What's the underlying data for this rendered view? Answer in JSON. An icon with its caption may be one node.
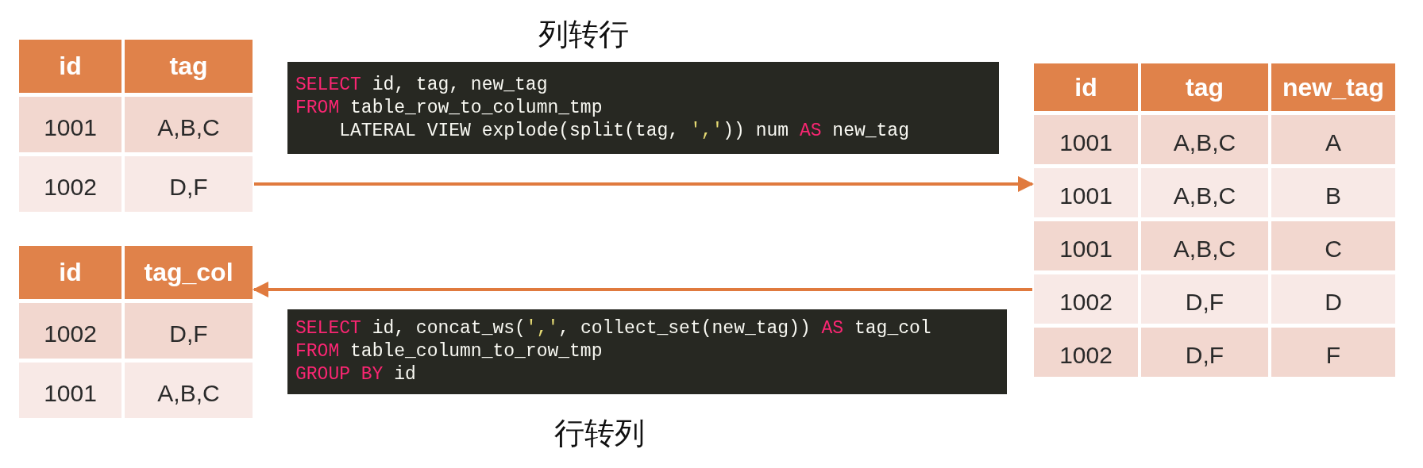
{
  "diagram": {
    "nodes": [
      {
        "text": [
          "id",
          "tag",
          "1001",
          "A,B,C",
          "1002",
          "D,F"
        ]
      },
      {
        "text": [
          "id",
          "tag_col",
          "1002",
          "D,F",
          "1001",
          "A,B,C"
        ]
      },
      {
        "text": [
          "id",
          "tag",
          "new_tag",
          "1001",
          "A,B,C",
          "A",
          "1001",
          "A,B,C",
          "B",
          "1001",
          "A,B,C",
          "C",
          "1002",
          "D,F",
          "D",
          "1002",
          "D,F",
          "F"
        ]
      },
      {
        "text": [
          "**SELECT** id, tag, new_tag",
          "**FROM** table_row_to_column_tmp",
          "    LATERAL VIEW explode(split(tag, *','*)) num **AS** new_tag"
        ],
        "beside": [
          "列转行"
        ]
      },
      {
        "text": [
          "**SELECT** id, concat_ws(*','*, collect_set(new_tag)) **AS** tag_col",
          "**FROM** table_column_to_row_tmp",
          "**GROUP BY** id"
        ],
        "beside": [
          "行转列"
        ]
      }
    ],
    "edges": [
      {
        "from": 0,
        "to": 2,
        "arrow": "to"
      },
      {
        "from": 2,
        "to": 1,
        "arrow": "to"
      }
    ]
  }
}
